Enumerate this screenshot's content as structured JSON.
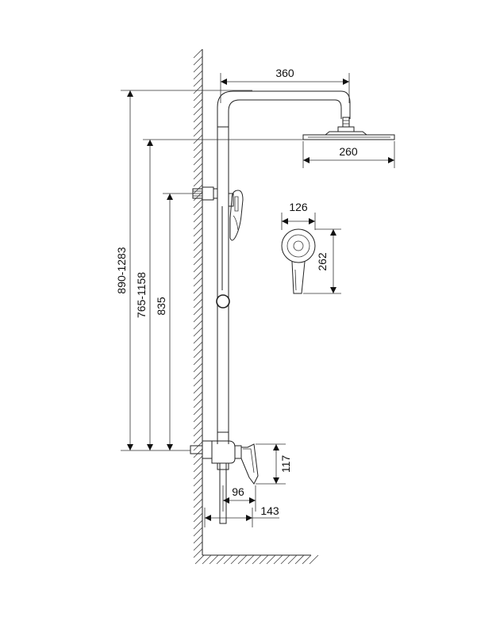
{
  "dimensions": {
    "arm_length": "360",
    "head_width": "260",
    "total_height": "890-1283",
    "head_height": "765-1158",
    "holder_height": "835",
    "hand_shower_width": "126",
    "hand_shower_length": "262",
    "mixer_height": "117",
    "mixer_depth": "96",
    "mixer_projection": "143"
  }
}
